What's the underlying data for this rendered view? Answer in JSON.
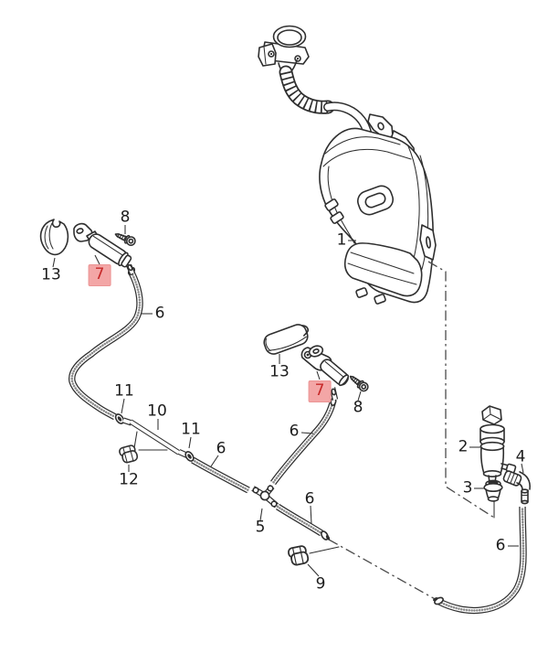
{
  "diagram": {
    "type": "exploded-parts-diagram",
    "subject": "windscreen washer system line drawing",
    "background_color": "#ffffff",
    "line_color": "#2f2f2f",
    "highlight": {
      "bg": "#f3a6a6",
      "text": "#c62828"
    },
    "labels": [
      {
        "text": "1"
      },
      {
        "text": "2"
      },
      {
        "text": "3"
      },
      {
        "text": "4"
      },
      {
        "text": "5"
      },
      {
        "text": "6"
      },
      {
        "text": "6"
      },
      {
        "text": "6"
      },
      {
        "text": "6"
      },
      {
        "text": "6"
      },
      {
        "text": "7",
        "highlighted": true
      },
      {
        "text": "7",
        "highlighted": true
      },
      {
        "text": "8"
      },
      {
        "text": "8"
      },
      {
        "text": "9"
      },
      {
        "text": "10"
      },
      {
        "text": "11"
      },
      {
        "text": "11"
      },
      {
        "text": "12"
      },
      {
        "text": "13"
      },
      {
        "text": "13"
      }
    ]
  }
}
